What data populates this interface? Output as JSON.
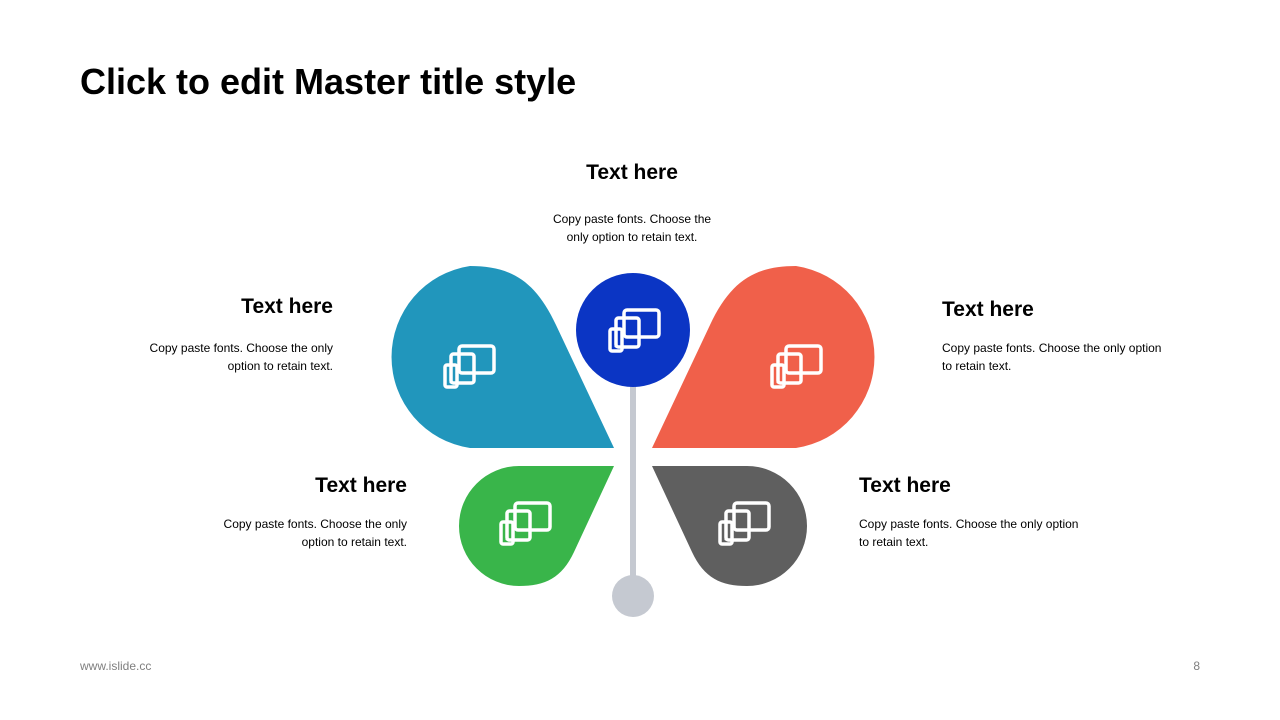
{
  "slide": {
    "title": "Click to edit Master title style"
  },
  "diagram": {
    "top": {
      "heading": "Text here",
      "body_line1": "Copy paste fonts. Choose the",
      "body_line2": "only option to retain text.",
      "color": "#0b35c4",
      "icon": "devices-icon"
    },
    "upper_left": {
      "heading": "Text here",
      "body_line1": "Copy paste fonts. Choose the only",
      "body_line2": "option to retain text.",
      "color": "#2196bc",
      "icon": "devices-icon"
    },
    "upper_right": {
      "heading": "Text here",
      "body_line1": "Copy paste fonts. Choose the only option",
      "body_line2": "to retain text.",
      "color": "#f0604a",
      "icon": "devices-icon"
    },
    "lower_left": {
      "heading": "Text here",
      "body_line1": "Copy paste fonts. Choose the only",
      "body_line2": "option to retain text.",
      "color": "#39b54a",
      "icon": "devices-icon"
    },
    "lower_right": {
      "heading": "Text here",
      "body_line1": "Copy paste fonts. Choose the only option",
      "body_line2": "to retain text.",
      "color": "#5f5f5f",
      "icon": "devices-icon"
    },
    "stem_color": "#c5c9d1"
  },
  "footer": {
    "url": "www.islide.cc",
    "page_number": "8"
  }
}
